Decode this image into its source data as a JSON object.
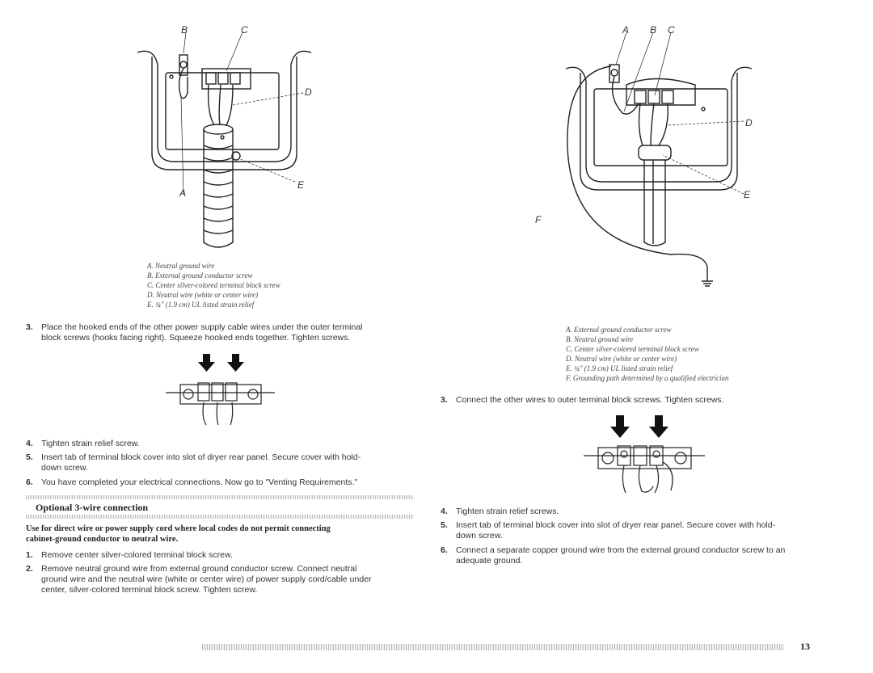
{
  "figure_left": {
    "labels": {
      "a": "A",
      "b": "B",
      "c": "C",
      "d": "D",
      "e": "E"
    },
    "caption": [
      "A. Neutral ground wire",
      "B. External ground conductor screw",
      "C. Center silver-colored terminal block screw",
      "D. Neutral wire (white or center wire)",
      "E. ¾\" (1.9 cm) UL listed strain relief"
    ]
  },
  "figure_right": {
    "labels": {
      "a": "A",
      "b": "B",
      "c": "C",
      "d": "D",
      "e": "E",
      "f": "F"
    },
    "caption": [
      "A. External ground conductor screw",
      "B. Neutral ground wire",
      "C. Center silver-colored terminal block screw",
      "D. Neutral wire (white or center wire)",
      "E. ¾\" (1.9 cm) UL listed strain relief",
      "F. Grounding path determined by a qualified electrician"
    ]
  },
  "left_steps": {
    "s3": {
      "num": "3.",
      "lines": [
        "Place the hooked ends of the other power supply cable wires under the outer terminal",
        "block screws (hooks facing right). Squeeze hooked ends together. Tighten screws."
      ]
    },
    "s4": {
      "num": "4.",
      "lines": [
        "Tighten strain relief screw."
      ]
    },
    "s5": {
      "num": "5.",
      "lines": [
        "Insert tab of terminal block cover into slot of dryer rear panel. Secure cover with hold-",
        "down screw."
      ]
    },
    "s6": {
      "num": "6.",
      "lines": [
        "You have completed your electrical connections. Now go to \"Venting Requirements.\""
      ]
    }
  },
  "section": {
    "title": "Optional 3-wire connection",
    "note_lines": [
      "Use for direct wire or power supply cord where local codes do not permit connecting",
      "cabinet-ground conductor to neutral wire."
    ],
    "s1": {
      "num": "1.",
      "lines": [
        "Remove center silver-colored terminal block screw."
      ]
    },
    "s2": {
      "num": "2.",
      "lines": [
        "Remove neutral ground wire from external ground conductor screw. Connect neutral",
        "ground wire and the neutral wire (white or center wire) of power supply cord/cable under",
        "center, silver-colored terminal block screw. Tighten screw."
      ]
    }
  },
  "right_steps": {
    "s3": {
      "num": "3.",
      "lines": [
        "Connect the other wires to outer terminal block screws. Tighten screws."
      ]
    },
    "s4": {
      "num": "4.",
      "lines": [
        "Tighten strain relief screws."
      ]
    },
    "s5": {
      "num": "5.",
      "lines": [
        "Insert tab of terminal block cover into slot of dryer rear panel. Secure cover with hold-",
        "down screw."
      ]
    },
    "s6": {
      "num": "6.",
      "lines": [
        "Connect a separate copper ground wire from the external ground conductor screw to an",
        "adequate ground."
      ]
    }
  },
  "page_number": "13"
}
